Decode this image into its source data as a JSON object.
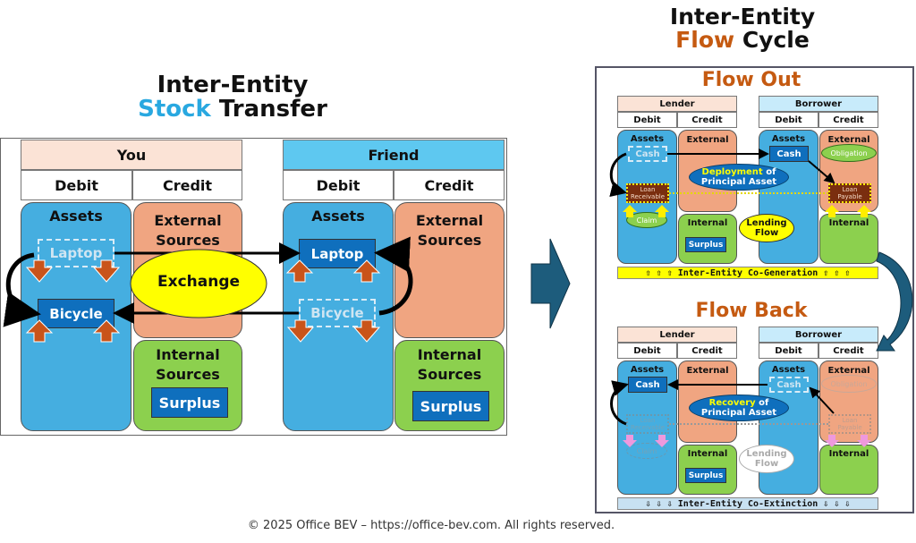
{
  "left": {
    "title_line1": "Inter-Entity",
    "title_word_accent": "Stock",
    "title_word_rest": "Transfer",
    "you": {
      "header": "You",
      "debit": "Debit",
      "credit": "Credit",
      "assets": "Assets",
      "external_l1": "External",
      "external_l2": "Sources",
      "internal_l1": "Internal",
      "internal_l2": "Sources",
      "surplus": "Surplus",
      "item_out": "Laptop",
      "item_in": "Bicycle"
    },
    "friend": {
      "header": "Friend",
      "debit": "Debit",
      "credit": "Credit",
      "assets": "Assets",
      "external_l1": "External",
      "external_l2": "Sources",
      "internal_l1": "Internal",
      "internal_l2": "Sources",
      "surplus": "Surplus",
      "item_in": "Laptop",
      "item_out": "Bicycle"
    },
    "exchange": "Exchange"
  },
  "right": {
    "title_line1": "Inter-Entity",
    "title_word_accent": "Flow",
    "title_word_rest": "Cycle",
    "flow_out": {
      "title": "Flow Out",
      "lender": {
        "header": "Lender",
        "debit": "Debit",
        "credit": "Credit",
        "assets": "Assets",
        "external": "External",
        "internal": "Internal",
        "surplus": "Surplus",
        "cash": "Cash",
        "loan_l1": "Loan",
        "loan_l2": "Receivable",
        "claim": "Claim"
      },
      "borrower": {
        "header": "Borrower",
        "debit": "Debit",
        "credit": "Credit",
        "assets": "Assets",
        "external": "External",
        "internal": "Internal",
        "cash": "Cash",
        "loan_l1": "Loan",
        "loan_l2": "Payable",
        "obligation": "Obligation"
      },
      "bubble_accent": "Deployment",
      "bubble_rest_l1": "of",
      "bubble_l2": "Principal Asset",
      "lending_l1": "Lending",
      "lending_l2": "Flow",
      "banner": "⇧ ⇧ ⇧ Inter-Entity Co-Generation ⇧ ⇧ ⇧"
    },
    "flow_back": {
      "title": "Flow Back",
      "lender": {
        "header": "Lender",
        "debit": "Debit",
        "credit": "Credit",
        "assets": "Assets",
        "external": "External",
        "internal": "Internal",
        "surplus": "Surplus",
        "cash": "Cash",
        "loan_l1": "Loan",
        "loan_l2": "Receivable",
        "claim": "Claim"
      },
      "borrower": {
        "header": "Borrower",
        "debit": "Debit",
        "credit": "Credit",
        "assets": "Assets",
        "external": "External",
        "internal": "Internal",
        "cash": "Cash",
        "loan_l1": "Loan",
        "loan_l2": "Payable",
        "obligation": "Obligation"
      },
      "bubble_accent": "Recovery",
      "bubble_rest_l1": "of",
      "bubble_l2": "Principal Asset",
      "lending_l1": "Lending",
      "lending_l2": "Flow",
      "banner": "⇩ ⇩ ⇩ Inter-Entity Co-Extinction ⇩ ⇩ ⇩"
    }
  },
  "footer": "© 2025 Office BEV – https://office-bev.com. All rights reserved.",
  "colors": {
    "stock_accent": "#29a8e0",
    "flow_accent": "#c55a11",
    "assets_blue": "#45aee0",
    "external_orange": "#f0a581",
    "internal_green": "#8cd04e",
    "asset_box": "#0f6fbd",
    "you_header": "#fbe3d6",
    "friend_header": "#5ec8f0",
    "borrower_header": "#c8ebfb",
    "arrow_orange": "#c9541a",
    "exchange_yellow": "#ffff00",
    "navy_arrow": "#1d5c7c"
  }
}
